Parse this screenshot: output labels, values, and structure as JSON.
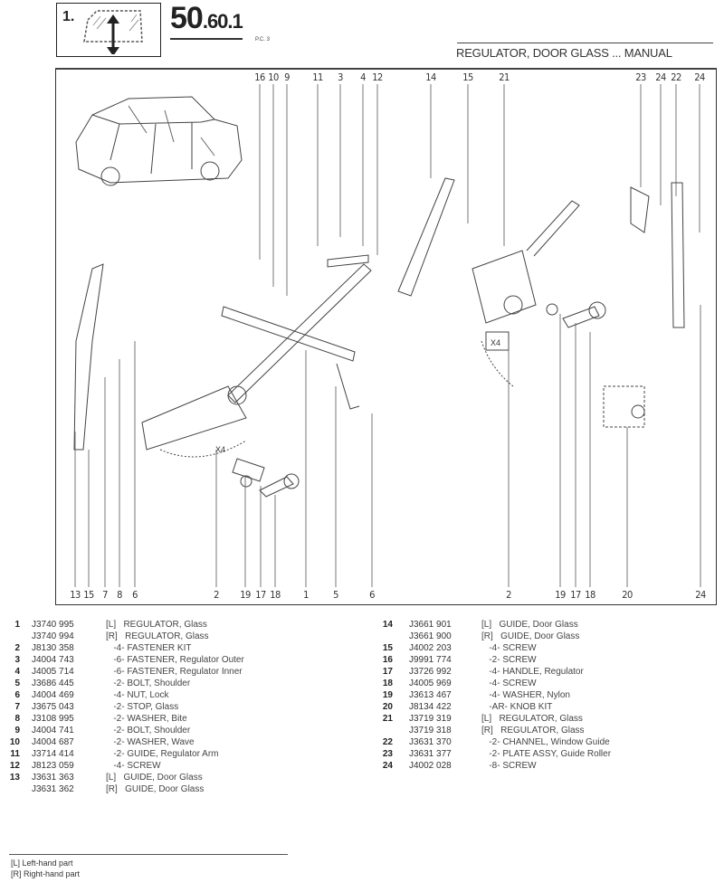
{
  "header": {
    "section_main": "50",
    "section_sub": ".60.1",
    "pc_label": "P.C. 3",
    "icon_label": "1.",
    "title": "REGULATOR, DOOR GLASS ... MANUAL"
  },
  "diagram": {
    "top_callouts": [
      "16",
      "10",
      "9",
      "11",
      "3",
      "4",
      "12",
      "14",
      "15",
      "21",
      "23",
      "24",
      "22",
      "24"
    ],
    "bottom_callouts": [
      "13",
      "15",
      "7",
      "8",
      "6",
      "2",
      "19",
      "17",
      "18",
      "1",
      "5",
      "6",
      "2",
      "19",
      "17",
      "18",
      "20",
      "24"
    ],
    "multiplier_labels": [
      "X4",
      "X4"
    ]
  },
  "parts_left": [
    {
      "ref": "1",
      "part": "J3740 995",
      "desc": "[L]   REGULATOR, Glass"
    },
    {
      "ref": "",
      "part": "J3740 994",
      "desc": "[R]   REGULATOR, Glass"
    },
    {
      "ref": "2",
      "part": "J8130 358",
      "desc": "   -4- FASTENER KIT"
    },
    {
      "ref": "3",
      "part": "J4004 743",
      "desc": "   -6- FASTENER, Regulator Outer"
    },
    {
      "ref": "4",
      "part": "J4005 714",
      "desc": "   -6- FASTENER, Regulator Inner"
    },
    {
      "ref": "5",
      "part": "J3686 445",
      "desc": "   -2- BOLT, Shoulder"
    },
    {
      "ref": "6",
      "part": "J4004 469",
      "desc": "   -4- NUT, Lock"
    },
    {
      "ref": "7",
      "part": "J3675 043",
      "desc": "   -2- STOP, Glass"
    },
    {
      "ref": "8",
      "part": "J3108 995",
      "desc": "   -2- WASHER, Bite"
    },
    {
      "ref": "9",
      "part": "J4004 741",
      "desc": "   -2- BOLT, Shoulder"
    },
    {
      "ref": "10",
      "part": "J4004 687",
      "desc": "   -2- WASHER, Wave"
    },
    {
      "ref": "11",
      "part": "J3714 414",
      "desc": "   -2- GUIDE, Regulator Arm"
    },
    {
      "ref": "12",
      "part": "J8123 059",
      "desc": "   -4- SCREW"
    },
    {
      "ref": "13",
      "part": "J3631 363",
      "desc": "[L]   GUIDE, Door Glass"
    },
    {
      "ref": "",
      "part": "J3631 362",
      "desc": "[R]   GUIDE, Door Glass"
    }
  ],
  "parts_right": [
    {
      "ref": "14",
      "part": "J3661 901",
      "desc": "[L]   GUIDE, Door Glass"
    },
    {
      "ref": "",
      "part": "J3661 900",
      "desc": "[R]   GUIDE, Door Glass"
    },
    {
      "ref": "15",
      "part": "J4002 203",
      "desc": "   -4- SCREW"
    },
    {
      "ref": "16",
      "part": "J9991 774",
      "desc": "   -2- SCREW"
    },
    {
      "ref": "17",
      "part": "J3726 992",
      "desc": "   -4- HANDLE, Regulator"
    },
    {
      "ref": "18",
      "part": "J4005 969",
      "desc": "   -4- SCREW"
    },
    {
      "ref": "19",
      "part": "J3613 467",
      "desc": "   -4- WASHER, Nylon"
    },
    {
      "ref": "20",
      "part": "J8134 422",
      "desc": "   -AR- KNOB KIT"
    },
    {
      "ref": "21",
      "part": "J3719 319",
      "desc": "[L]   REGULATOR, Glass"
    },
    {
      "ref": "",
      "part": "J3719 318",
      "desc": "[R]   REGULATOR, Glass"
    },
    {
      "ref": "22",
      "part": "J3631 370",
      "desc": "   -2- CHANNEL, Window Guide"
    },
    {
      "ref": "23",
      "part": "J3631 377",
      "desc": "   -2- PLATE ASSY, Guide Roller"
    },
    {
      "ref": "24",
      "part": "J4002 028",
      "desc": "   -8- SCREW"
    }
  ],
  "legend": {
    "left": "[L] Left-hand part",
    "right": "[R] Right-hand part"
  }
}
